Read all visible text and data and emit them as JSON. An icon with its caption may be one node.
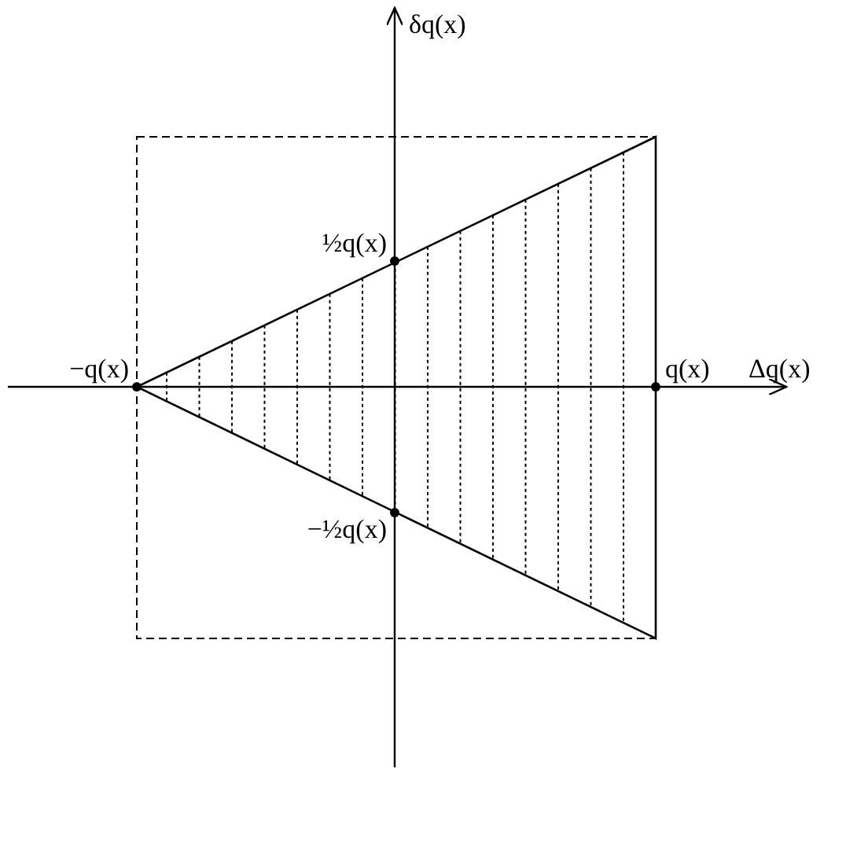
{
  "diagram": {
    "labels": [
      "δq(x)",
      "−q(x)",
      "½q(x)",
      "q(x)",
      "Δq(x)",
      "−½q(x)"
    ]
  }
}
